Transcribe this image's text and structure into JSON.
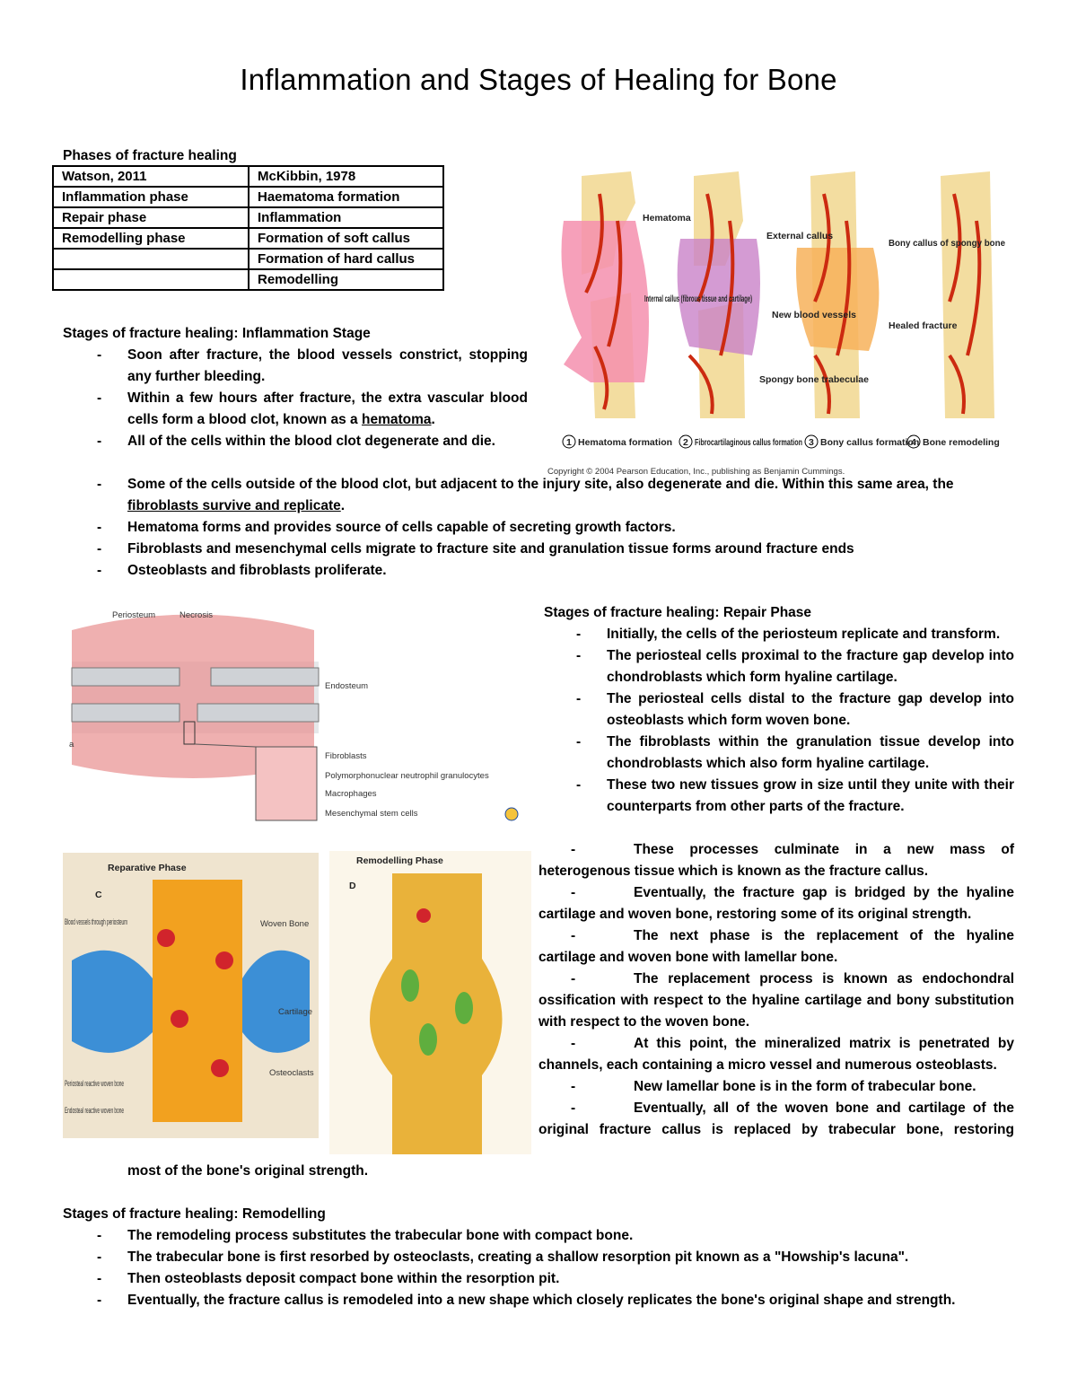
{
  "title": "Inflammation and Stages of Healing for Bone",
  "phases_table": {
    "caption": "Phases of fracture healing",
    "headers": [
      "Watson, 2011",
      "McKibbin, 1978"
    ],
    "rows": [
      [
        "Inflammation phase",
        "Haematoma formation"
      ],
      [
        "Repair phase",
        "Inflammation"
      ],
      [
        "Remodelling phase",
        "Formation of soft callus"
      ],
      [
        "",
        "Formation of hard callus"
      ],
      [
        "",
        "Remodelling"
      ]
    ]
  },
  "inflammation": {
    "heading": "Stages of fracture healing: Inflammation Stage",
    "items": [
      "Soon after fracture, the blood vessels constrict, stopping any further bleeding.",
      "Within a few hours after fracture, the extra vascular blood cells form a blood clot, known as a ",
      "All of the cells within the blood clot degenerate and die.",
      "Some of the cells outside of the blood clot, but adjacent to the injury site, also degenerate and die. Within this same area, the ",
      "Hematoma forms and provides source of cells capable of secreting growth factors.",
      "Fibroblasts and mesenchymal cells migrate to fracture site and granulation tissue forms around fracture ends",
      "Osteoblasts and fibroblasts proliferate."
    ],
    "item2_underlined": "hematoma",
    "item2_end": ".",
    "item4_underlined": "fibroblasts survive and replicate",
    "item4_end": "."
  },
  "figure1": {
    "labels": {
      "hematoma": "Hematoma",
      "internal_callus": "Internal callus (fibrous tissue and cartilage)",
      "external_callus": "External callus",
      "new_vessels": "New blood vessels",
      "spongy_bone": "Spongy bone trabeculae",
      "bony_callus": "Bony callus of spongy bone",
      "healed_fracture": "Healed fracture"
    },
    "stages": [
      "Hematoma formation",
      "Fibrocartilaginous callus formation",
      "Bony callus formation",
      "Bone remodeling"
    ],
    "stage_numbers": [
      "1",
      "2",
      "3",
      "4"
    ],
    "copyright": "Copyright © 2004 Pearson Education, Inc., publishing as Benjamin Cummings."
  },
  "figure2": {
    "labels": {
      "periosteum": "Periosteum",
      "necrosis": "Necrosis",
      "endosteum": "Endosteum",
      "fibroblasts": "Fibroblasts",
      "pmn": "Polymorphonuclear neutrophil granulocytes",
      "macrophages": "Macrophages",
      "msc": "Mesenchymal stem cells",
      "panel": "a"
    }
  },
  "figure3": {
    "title": "Reparative Phase",
    "panel": "C",
    "labels": {
      "vessels": "Blood vessels through periosteum",
      "woven": "Woven Bone",
      "cartilage": "Cartilage",
      "osteoclasts": "Osteoclasts",
      "periosteal_reactive": "Periosteal reactive woven bone",
      "endosteal_reactive": "Endosteal reactive woven bone"
    }
  },
  "figure4": {
    "title": "Remodelling Phase",
    "panel": "D"
  },
  "repair": {
    "heading": "Stages of fracture healing: Repair Phase",
    "items": [
      "Initially, the cells of the periosteum replicate and transform.",
      "The periosteal cells proximal to the fracture gap develop into chondroblasts which form hyaline cartilage.",
      "The periosteal cells distal to the fracture gap develop into osteoblasts which form woven bone.",
      "The fibroblasts within the granulation tissue develop into chondroblasts which also form hyaline cartilage.",
      "These two new tissues grow in size until they unite with their counterparts from other parts of the fracture."
    ],
    "paras": [
      "These processes culminate in a new mass of heterogenous tissue which is known as the fracture callus.",
      "Eventually, the fracture gap is bridged by the hyaline cartilage and woven bone, restoring some of its original strength.",
      "The next phase is the replacement of the hyaline cartilage and woven bone with lamellar bone.",
      "The replacement process is known as endochondral ossification with respect to the hyaline cartilage and bony substitution with respect to the woven bone.",
      "At this point, the mineralized matrix is penetrated by channels, each containing a micro vessel and numerous osteoblasts.",
      "New lamellar bone is in the form of trabecular bone.",
      "Eventually, all of the woven bone and cartilage of the original fracture callus is replaced by trabecular bone, restoring"
    ],
    "para_marker": "-",
    "tail": "most of the bone's original strength."
  },
  "remodelling": {
    "heading": "Stages of fracture healing: Remodelling",
    "items": [
      "The remodeling process substitutes the trabecular bone with compact bone.",
      "The trabecular bone is first resorbed by osteoclasts, creating a shallow resorption pit known as a \"Howship's lacuna\".",
      "Then osteoblasts deposit compact bone within the resorption pit.",
      "Eventually, the fracture callus is remodeled into a new shape which closely replicates the bone's original shape and strength."
    ]
  }
}
